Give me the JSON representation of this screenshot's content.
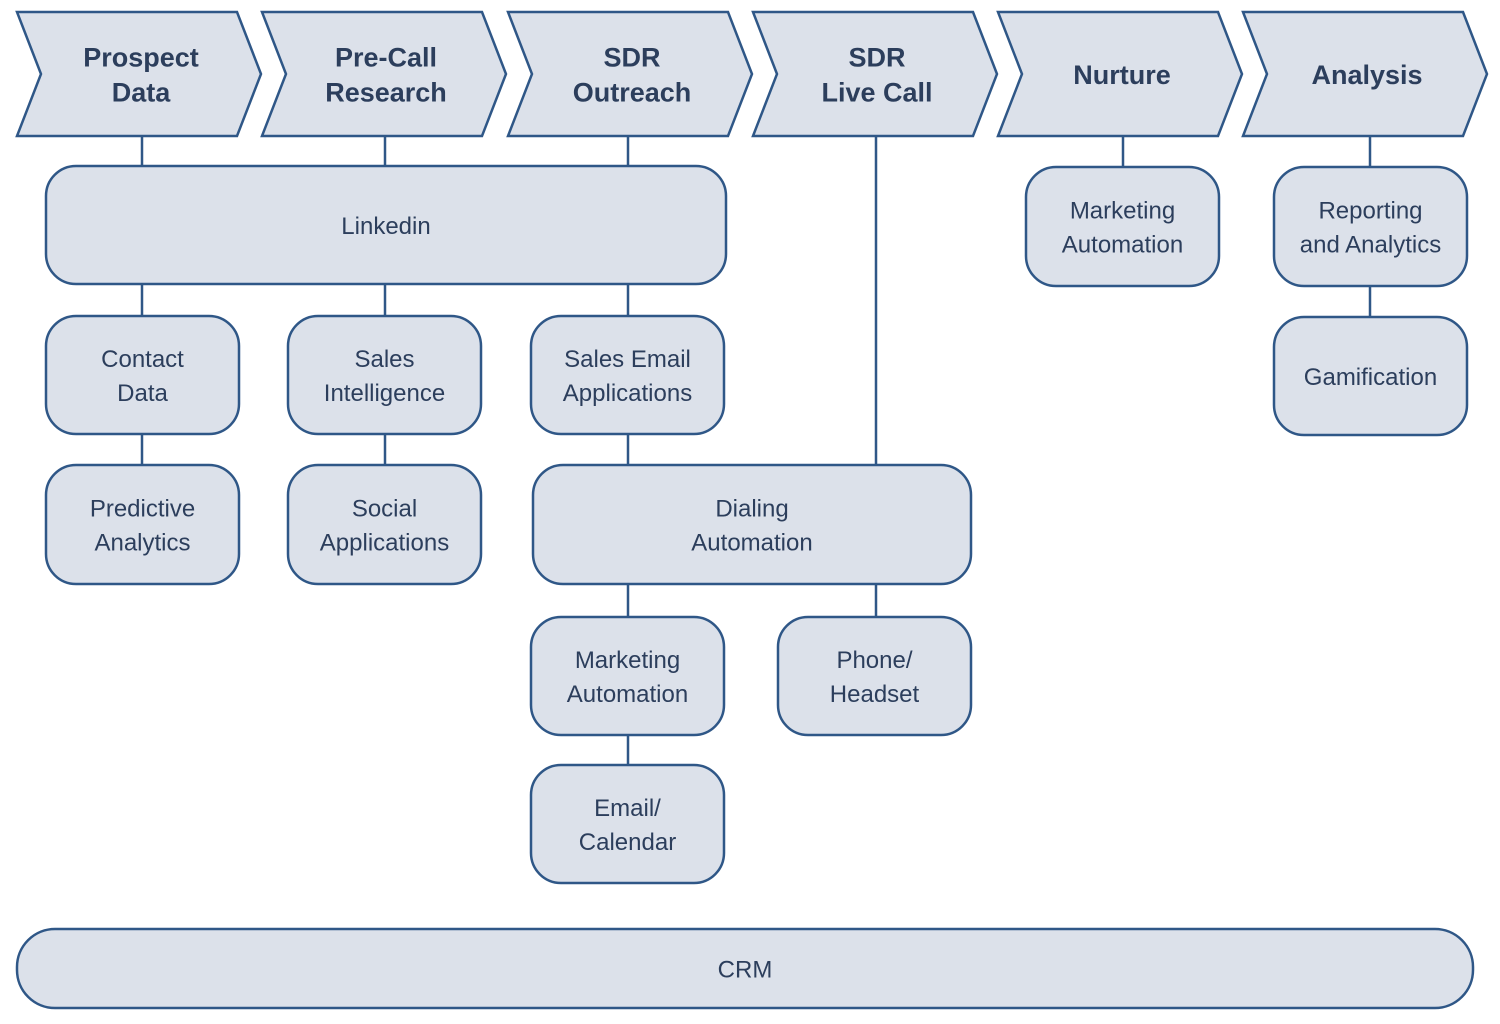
{
  "stages": [
    {
      "id": "prospect-data",
      "lines": [
        "Prospect",
        "Data"
      ]
    },
    {
      "id": "pre-call-research",
      "lines": [
        "Pre-Call",
        "Research"
      ]
    },
    {
      "id": "sdr-outreach",
      "lines": [
        "SDR",
        "Outreach"
      ]
    },
    {
      "id": "sdr-live-call",
      "lines": [
        "SDR",
        "Live Call"
      ]
    },
    {
      "id": "nurture",
      "lines": [
        "Nurture"
      ]
    },
    {
      "id": "analysis",
      "lines": [
        "Analysis"
      ]
    }
  ],
  "nodes": {
    "linkedin": [
      "Linkedin"
    ],
    "contact_data": [
      "Contact",
      "Data"
    ],
    "predictive_analytics": [
      "Predictive",
      "Analytics"
    ],
    "sales_intelligence": [
      "Sales",
      "Intelligence"
    ],
    "social_applications": [
      "Social",
      "Applications"
    ],
    "sales_email_applications": [
      "Sales Email",
      "Applications"
    ],
    "dialing_automation": [
      "Dialing",
      "Automation"
    ],
    "marketing_automation_outreach": [
      "Marketing",
      "Automation"
    ],
    "email_calendar": [
      "Email/",
      "Calendar"
    ],
    "phone_headset": [
      "Phone/",
      "Headset"
    ],
    "marketing_automation_nurture": [
      "Marketing",
      "Automation"
    ],
    "reporting_and_analytics": [
      "Reporting",
      "and Analytics"
    ],
    "gamification": [
      "Gamification"
    ],
    "crm": [
      "CRM"
    ]
  },
  "colors": {
    "fill": "#dce1ea",
    "stroke": "#2f5787",
    "text": "#2c3e5c"
  }
}
